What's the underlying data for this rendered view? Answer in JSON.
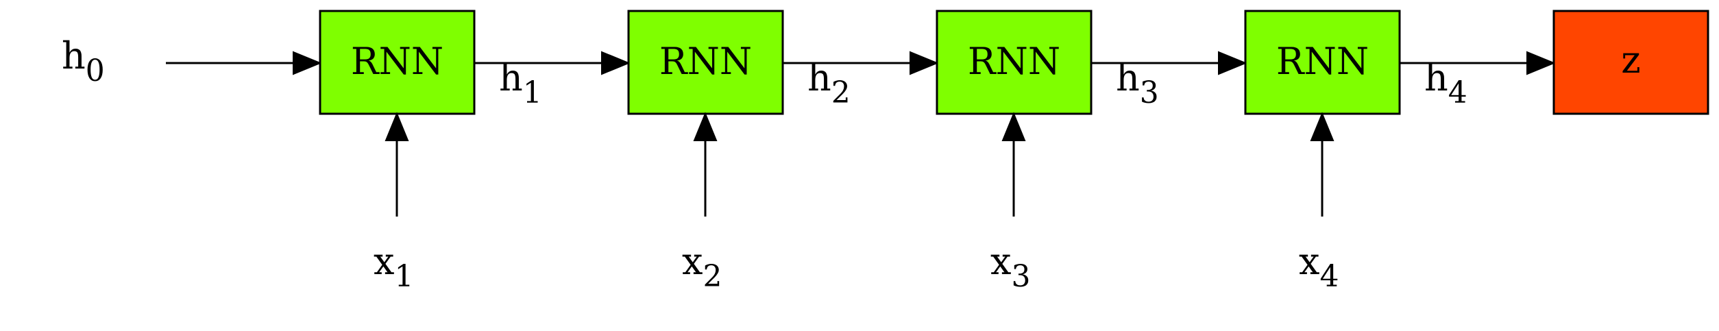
{
  "colors": {
    "rnn_fill": "#7fff00",
    "output_fill": "#ff4500",
    "stroke": "#000000"
  },
  "initial_state": {
    "base": "h",
    "sub": "0"
  },
  "cells": [
    {
      "label": "RNN",
      "input": {
        "base": "x",
        "sub": "1"
      },
      "hidden_out": {
        "base": "h",
        "sub": "1"
      }
    },
    {
      "label": "RNN",
      "input": {
        "base": "x",
        "sub": "2"
      },
      "hidden_out": {
        "base": "h",
        "sub": "2"
      }
    },
    {
      "label": "RNN",
      "input": {
        "base": "x",
        "sub": "3"
      },
      "hidden_out": {
        "base": "h",
        "sub": "3"
      }
    },
    {
      "label": "RNN",
      "input": {
        "base": "x",
        "sub": "4"
      },
      "hidden_out": {
        "base": "h",
        "sub": "4"
      }
    }
  ],
  "output": {
    "label": "z"
  }
}
